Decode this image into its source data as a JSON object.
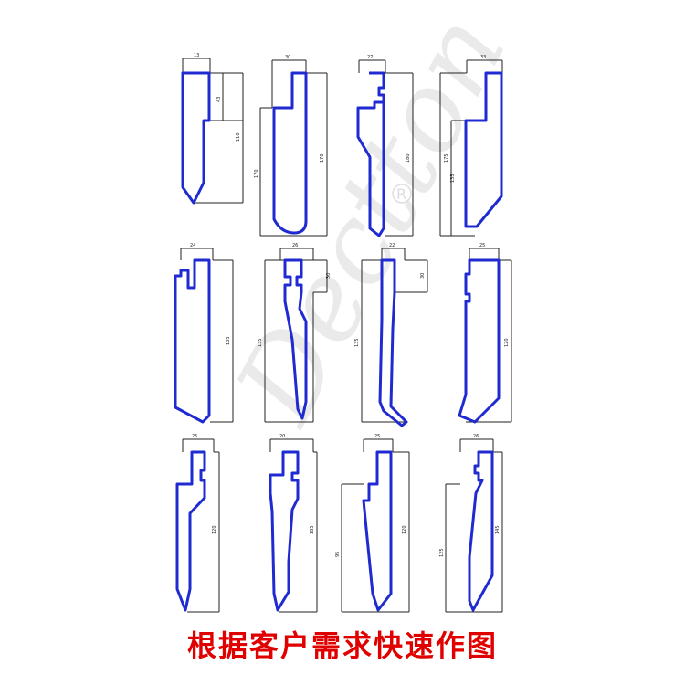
{
  "caption": "根据客户需求快速作图",
  "watermark": "Dectton",
  "colors": {
    "profile": "#1f2bd0",
    "dimension": "#222222",
    "caption": "#e00000"
  },
  "tools": [
    {
      "id": "t1",
      "width_label": "13",
      "height_label": "110",
      "side_label": "43",
      "extra_label": ""
    },
    {
      "id": "t2",
      "width_label": "30",
      "height_label": "170",
      "side_label": "",
      "extra_label": "170"
    },
    {
      "id": "t3",
      "width_label": "27",
      "height_label": "180",
      "side_label": "",
      "extra_label": ""
    },
    {
      "id": "t4",
      "width_label": "33",
      "height_label": "175",
      "side_label": "135",
      "extra_label": ""
    },
    {
      "id": "t5",
      "width_label": "24",
      "height_label": "135",
      "side_label": "",
      "extra_label": ""
    },
    {
      "id": "t6",
      "width_label": "26",
      "height_label": "135",
      "side_label": "30",
      "extra_label": ""
    },
    {
      "id": "t7",
      "width_label": "22",
      "height_label": "135",
      "side_label": "30",
      "extra_label": ""
    },
    {
      "id": "t8",
      "width_label": "25",
      "height_label": "120",
      "side_label": "",
      "extra_label": ""
    },
    {
      "id": "t9",
      "width_label": "25",
      "height_label": "120",
      "side_label": "",
      "extra_label": ""
    },
    {
      "id": "t10",
      "width_label": "20",
      "height_label": "185",
      "side_label": "",
      "extra_label": ""
    },
    {
      "id": "t11",
      "width_label": "25",
      "height_label": "120",
      "side_label": "",
      "extra_label": "95"
    },
    {
      "id": "t12",
      "width_label": "26",
      "height_label": "145",
      "side_label": "",
      "extra_label": "125"
    }
  ]
}
